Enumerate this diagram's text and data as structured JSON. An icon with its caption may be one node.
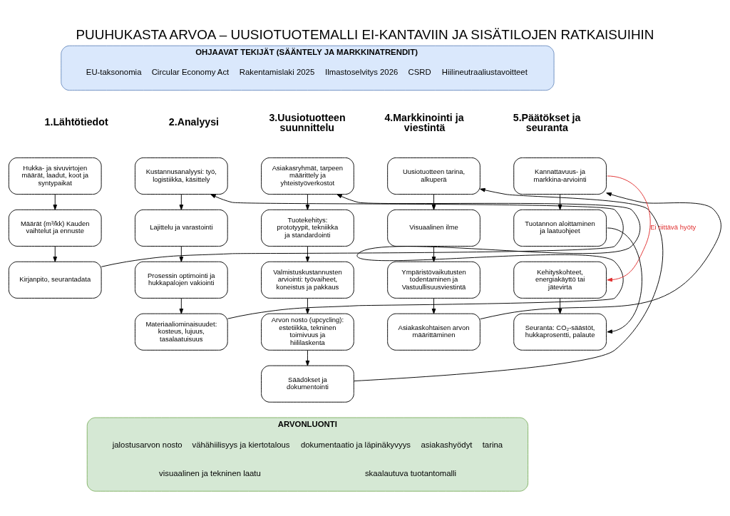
{
  "diagram": {
    "title": "PUUHUKASTA ARVOA – UUSIOTUOTEMALLI EI-KANTAVIIN JA SISÄTILOJEN RATKAISUIHIN",
    "nodes": [
      {
        "text": [
          "OHJAAVAT TEKIJÄT (SÄÄNTELY JA MARKKINATRENDIT)",
          "EU-taksonomia",
          "Circular Economy Act",
          "Rakentamislaki 2025",
          "Ilmastoselvitys 2026",
          "CSRD",
          "Hiilineutraaliustavoitteet"
        ]
      },
      {
        "text": [
          "Hukka- ja sivuvirtojen määrät, laadut, koot ja syntypaikat"
        ]
      },
      {
        "text": [
          "Määrät (m³/kk) Kauden vaihtelut ja ennuste"
        ]
      },
      {
        "text": [
          "Kirjanpito, seurantadata"
        ]
      },
      {
        "text": [
          "Kustannusanalyysi: työ, logistiikka, käsittely"
        ]
      },
      {
        "text": [
          "Lajittelu ja varastointi"
        ]
      },
      {
        "text": [
          "Prosessin optimointi ja hukkapalojen vakiointi"
        ]
      },
      {
        "text": [
          "Materiaaliominaisuudet: kosteus, lujuus, tasalaatuisuus"
        ]
      },
      {
        "text": [
          "Asiakasryhmät, tarpeen määrittely ja yhteistyöverkostot"
        ]
      },
      {
        "text": [
          "Tuotekehitys: prototyypit, tekniikka ja standardointi"
        ]
      },
      {
        "text": [
          "Valmistuskustannusten arviointi: työvaiheet, koneistus ja pakkaus"
        ]
      },
      {
        "text": [
          "Arvon nosto (upcycling): estetiikka, tekninen toimivuus ja hiililaskenta"
        ]
      },
      {
        "text": [
          "Säädökset ja dokumentointi"
        ]
      },
      {
        "text": [
          "Uusiotuotteen tarina, alkuperä"
        ]
      },
      {
        "text": [
          "Visuaalinen ilme"
        ]
      },
      {
        "text": [
          "Ympäristövaikutusten todentaminen ja Vastuullisuusviestintä"
        ]
      },
      {
        "text": [
          "Asiakaskohtaisen arvon määrittäminen"
        ]
      },
      {
        "text": [
          "Kannattavuus- ja markkina-arviointi"
        ]
      },
      {
        "text": [
          "Tuotannon aloittaminen ja laatuohjeet"
        ]
      },
      {
        "text": [
          "Kehityskohteet, energiakäyttö tai jätevirta"
        ]
      },
      {
        "text": [
          "Seuranta: CO₂-säästöt, hukkaprosentti, palaute"
        ]
      },
      {
        "text": [
          "ARVONLUONTI",
          "jalostusarvon nosto",
          "vähähiilisyys ja kiertotalous",
          "dokumentaatio ja läpinäkyvyys",
          "asiakashyödyt",
          "tarina",
          "visuaalinen ja tekninen laatu",
          "skaalautuva tuotantomalli"
        ]
      }
    ],
    "edges": [
      {
        "from": 1,
        "to": 2,
        "arrow": "to"
      },
      {
        "from": 2,
        "to": 3,
        "arrow": "to"
      },
      {
        "from": 3,
        "to": 4,
        "arrow": "to"
      },
      {
        "from": 4,
        "to": 5,
        "arrow": "to"
      },
      {
        "from": 5,
        "to": 6,
        "arrow": "to"
      },
      {
        "from": 6,
        "to": 7,
        "arrow": "to"
      },
      {
        "from": 7,
        "to": 8,
        "arrow": "to"
      },
      {
        "from": 8,
        "to": 9,
        "arrow": "to"
      },
      {
        "from": 9,
        "to": 10,
        "arrow": "to"
      },
      {
        "from": 10,
        "to": 11,
        "arrow": "to"
      },
      {
        "from": 11,
        "to": 12,
        "arrow": "to"
      },
      {
        "from": 12,
        "to": 13,
        "arrow": "to"
      },
      {
        "from": 13,
        "to": 14,
        "arrow": "to"
      },
      {
        "from": 14,
        "to": 15,
        "arrow": "to"
      },
      {
        "from": 15,
        "to": 16,
        "arrow": "to"
      },
      {
        "from": 16,
        "to": 17,
        "arrow": "to"
      },
      {
        "from": 17,
        "to": 18,
        "arrow": "to"
      },
      {
        "from": 17,
        "to": 19,
        "arrow": "to",
        "label": "Ei riittävä hyöty",
        "color": "#e03030"
      },
      {
        "from": 18,
        "to": 20,
        "arrow": "to"
      },
      {
        "from": 19,
        "to": 20,
        "arrow": "to"
      }
    ],
    "labels": [
      "1.Lähtötiedot",
      "2.Analyysi",
      "3.Uusiotuotteen suunnittelu",
      "4.Markkinointi ja viestintä",
      "5.Päätökset ja seuranta"
    ]
  }
}
